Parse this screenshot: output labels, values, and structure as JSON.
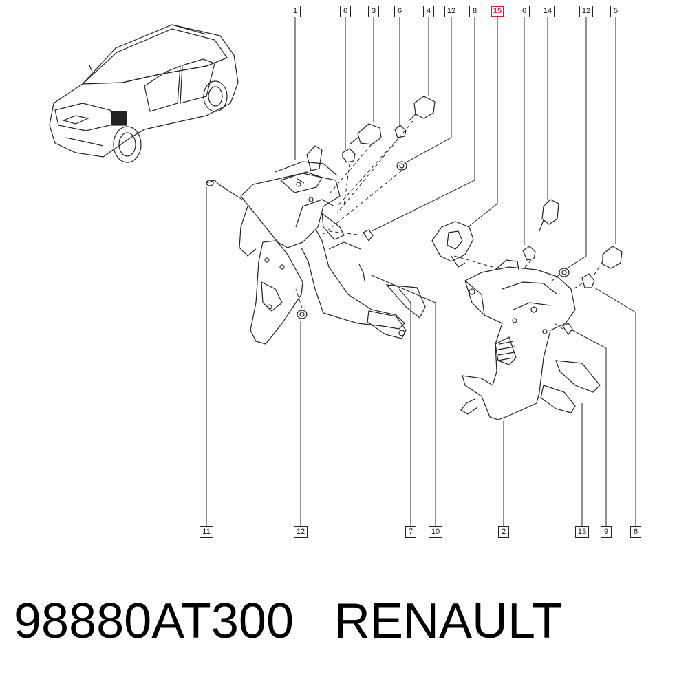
{
  "diagram": {
    "callouts_top": [
      {
        "id": "top-1",
        "label": "1"
      },
      {
        "id": "top-6a",
        "label": "6"
      },
      {
        "id": "top-3",
        "label": "3"
      },
      {
        "id": "top-6b",
        "label": "6"
      },
      {
        "id": "top-4",
        "label": "4"
      },
      {
        "id": "top-12a",
        "label": "12"
      },
      {
        "id": "top-8",
        "label": "8"
      },
      {
        "id": "top-15",
        "label": "15",
        "highlighted": true
      },
      {
        "id": "top-6c",
        "label": "6"
      },
      {
        "id": "top-14",
        "label": "14"
      },
      {
        "id": "top-12b",
        "label": "12"
      },
      {
        "id": "top-5",
        "label": "5"
      }
    ],
    "callouts_bottom": [
      {
        "id": "bot-11",
        "label": "11"
      },
      {
        "id": "bot-12",
        "label": "12"
      },
      {
        "id": "bot-7",
        "label": "7"
      },
      {
        "id": "bot-10",
        "label": "10"
      },
      {
        "id": "bot-2",
        "label": "2"
      },
      {
        "id": "bot-13",
        "label": "13"
      },
      {
        "id": "bot-9",
        "label": "9"
      },
      {
        "id": "bot-6",
        "label": "6"
      }
    ],
    "highlight_color": "#d0202a",
    "line_color": "#222222"
  },
  "footer": {
    "part_number": "98880AT300",
    "brand": "RENAULT"
  }
}
